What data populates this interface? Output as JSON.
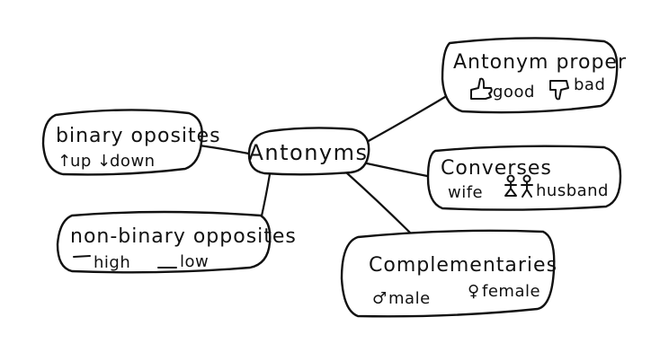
{
  "center": {
    "label": "Antonyms"
  },
  "nodes": {
    "binary": {
      "title": "binary oposites",
      "items": [
        {
          "icon": "up-arrow-icon",
          "glyph": "↑",
          "label": "up"
        },
        {
          "icon": "down-arrow-icon",
          "glyph": "↓",
          "label": "down"
        }
      ]
    },
    "nonbinary": {
      "title": "non-binary opposites",
      "items": [
        {
          "icon": "high-line-icon",
          "label": "high"
        },
        {
          "icon": "low-line-icon",
          "label": "low"
        }
      ]
    },
    "proper": {
      "title": "Antonym proper",
      "items": [
        {
          "icon": "thumbs-up-icon",
          "label": "good"
        },
        {
          "icon": "thumbs-down-icon",
          "label": "bad"
        }
      ]
    },
    "converses": {
      "title": "Converses",
      "items": [
        {
          "label": "wife"
        },
        {
          "icon": "couple-icon",
          "label": "husband"
        }
      ]
    },
    "complementaries": {
      "title": "Complementaries",
      "items": [
        {
          "icon": "male-symbol-icon",
          "glyph": "♂",
          "label": "male"
        },
        {
          "icon": "female-symbol-icon",
          "glyph": "♀",
          "label": "female"
        }
      ]
    }
  }
}
